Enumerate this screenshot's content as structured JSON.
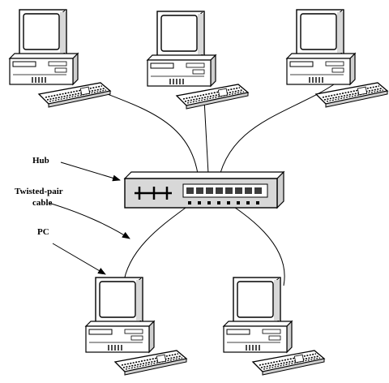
{
  "labels": {
    "hub": "Hub",
    "cable_line1": "Twisted-pair",
    "cable_line2": "cable",
    "pc": "PC"
  },
  "colors": {
    "ink": "#000000",
    "paper": "#ffffff",
    "shade": "#d8d8d8",
    "port": "#3c3c3c"
  },
  "icons": {
    "computer": "desktop-pc-icon",
    "hub": "network-hub-icon"
  }
}
